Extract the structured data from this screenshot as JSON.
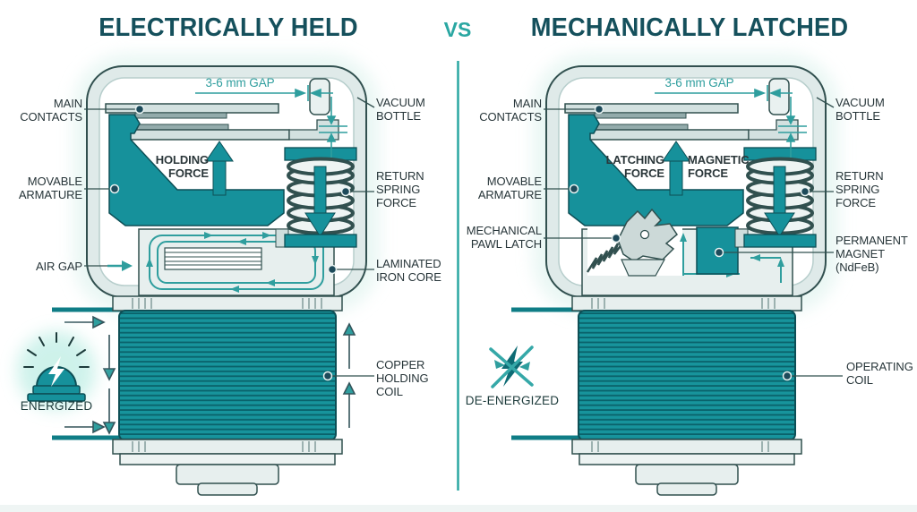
{
  "header": {
    "left_title": "ELECTRICALLY HELD",
    "vs_label": "VS",
    "right_title": "MECHANICALLY LATCHED"
  },
  "left_panel": {
    "gap_dimension": "3-6 mm GAP",
    "labels": {
      "main_contacts": "MAIN CONTACTS",
      "movable_armature": "MOVABLE ARMATURE",
      "air_gap": "AIR GAP",
      "vacuum_bottle": "VACUUM BOTTLE",
      "return_spring_force": "RETURN SPRING FORCE",
      "laminated_iron_core": "LAMINATED IRON CORE",
      "copper_holding_coil": "COPPER HOLDING COIL"
    },
    "forces": {
      "holding_force": "HOLDING FORCE"
    },
    "state": {
      "label": "ENERGIZED",
      "icon": "beacon-lightning-icon"
    }
  },
  "right_panel": {
    "gap_dimension": "3-6 mm GAP",
    "labels": {
      "main_contacts": "MAIN CONTACTS",
      "movable_armature": "MOVABLE ARMATURE",
      "mechanical_pawl_latch": "MECHANICAL PAWL LATCH",
      "vacuum_bottle": "VACUUM BOTTLE",
      "return_spring_force": "RETURN SPRING FORCE",
      "permanent_magnet": "PERMANENT MAGNET (NdFeB)",
      "operating_coil": "OPERATING COIL"
    },
    "forces": {
      "latching_force": "LATCHING FORCE",
      "magnetic_force": "MAGNETIC FORCE"
    },
    "state": {
      "label": "DE-ENERGIZED",
      "icon": "crossed-lightning-icon"
    }
  },
  "colors": {
    "title_teal": "#15505c",
    "accent_teal": "#2aa7a2",
    "solid_teal": "#16919b",
    "flux_teal": "#2f9e9e",
    "outline": "#31504f",
    "shell_fill": "#dfeae9",
    "label_text": "#273539"
  }
}
